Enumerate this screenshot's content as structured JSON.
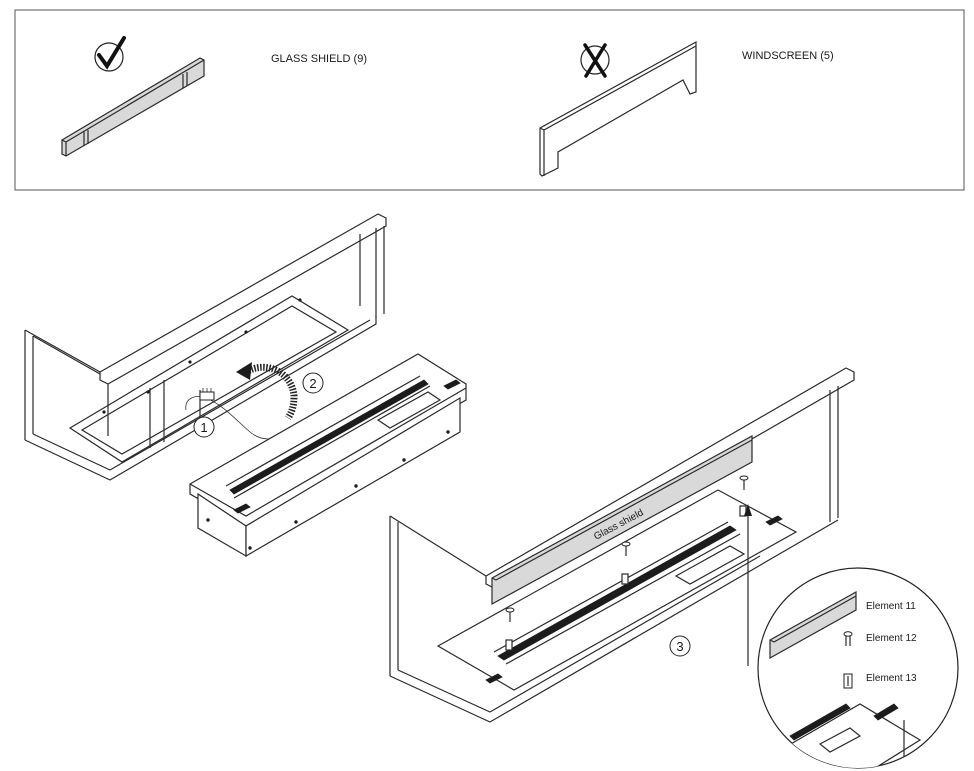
{
  "legend_box": {
    "glass_shield_label": "GLASS SHIELD (9)",
    "windscreen_label": "WINDSCREEN (5)",
    "check_icon": "check-mark",
    "cross_icon": "x-mark"
  },
  "steps": {
    "step1": "1",
    "step2": "2",
    "step3": "3"
  },
  "assembly": {
    "glass_shield_text": "Glass shield"
  },
  "detail": {
    "element11": "Element 11",
    "element12": "Element 12",
    "element13": "Element 13"
  }
}
